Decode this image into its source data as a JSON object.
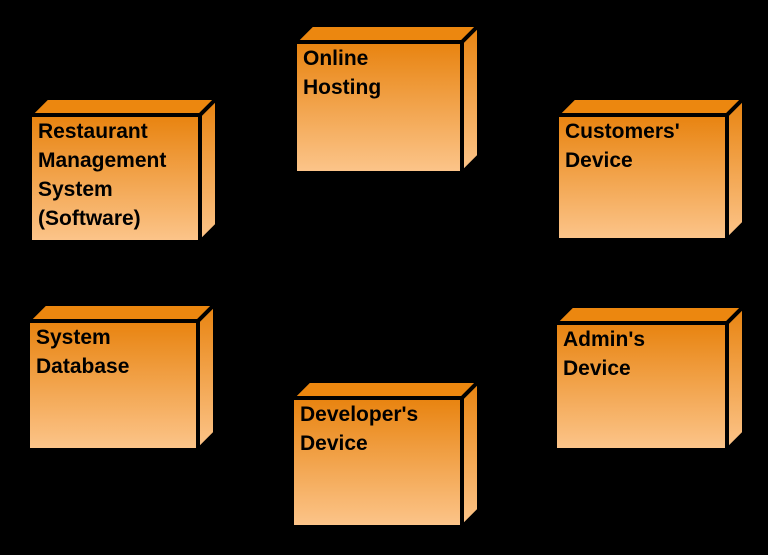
{
  "diagram": {
    "type": "uml-deployment-diagram",
    "background_color": "#000000",
    "node_style": {
      "gradient_top": "#E8830F",
      "gradient_bottom": "#FCC58B",
      "top_face_color": "#EC870F",
      "outline_color": "#000000",
      "text_color": "#000000"
    },
    "nodes": [
      {
        "id": "online-hosting",
        "label": "Online\nHosting"
      },
      {
        "id": "restaurant-management-system",
        "label": "Restaurant\nManagement\nSystem\n(Software)"
      },
      {
        "id": "customers-device",
        "label": "Customers'\nDevice"
      },
      {
        "id": "system-database",
        "label": "System\nDatabase"
      },
      {
        "id": "admins-device",
        "label": "Admin's\nDevice"
      },
      {
        "id": "developers-device",
        "label": "Developer's\nDevice"
      }
    ]
  }
}
